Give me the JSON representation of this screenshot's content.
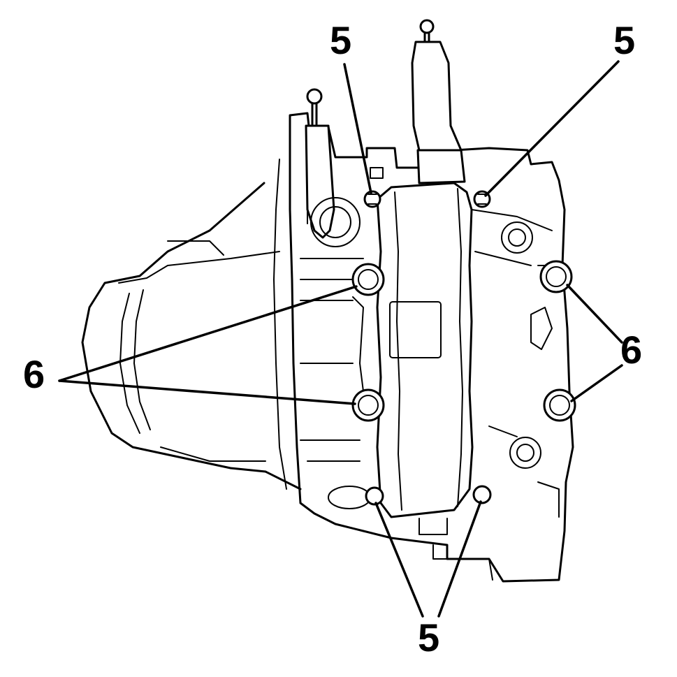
{
  "callouts": {
    "top_left": "5",
    "top_right": "5",
    "left": "6",
    "right": "6",
    "bottom": "5"
  },
  "colors": {
    "line": "#000000",
    "background": "#ffffff"
  }
}
